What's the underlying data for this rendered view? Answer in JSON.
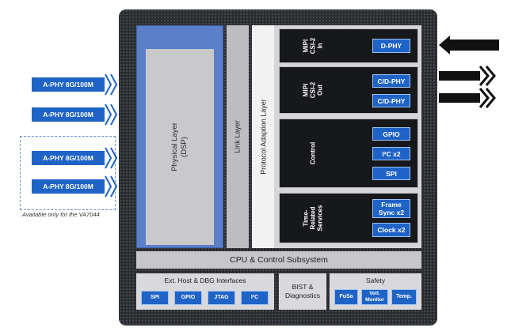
{
  "layers": {
    "physical": "Physical Layer\n(DSP)",
    "link": "Link Layer",
    "protocol": "Protocol Adaption Layer"
  },
  "blocks": {
    "csi_in": {
      "label": "MIPI\nCSI-2\nIn",
      "buttons": [
        "D-PHY"
      ]
    },
    "csi_out": {
      "label": "MIPI\nCSI-2\nOut",
      "buttons": [
        "C/D-PHY",
        "C/D-PHY"
      ]
    },
    "control": {
      "label": "Control",
      "buttons": [
        "GPIO",
        "I²C x2",
        "SPI"
      ]
    },
    "time": {
      "label": "Time-\nRelated\nServices",
      "buttons": [
        "Frame\nSync x2",
        "Clock x2"
      ]
    }
  },
  "cpu": "CPU & Control Subsystem",
  "bottom": {
    "host": {
      "title": "Ext. Host & DBG Interfaces",
      "items": [
        "SPI",
        "GPIO",
        "JTAG",
        "I²C"
      ]
    },
    "bist": "BIST &\nDiagnostics",
    "safety": {
      "title": "Safety",
      "items": [
        "FuSa",
        "Volt.\nMonitor",
        "Temp."
      ]
    }
  },
  "aphy": [
    "A-PHY 8G/100M",
    "A-PHY 8G/100M",
    "A-PHY 8G/100M",
    "A-PHY 8G/100M"
  ],
  "footnote": "Available only for the VA7044"
}
